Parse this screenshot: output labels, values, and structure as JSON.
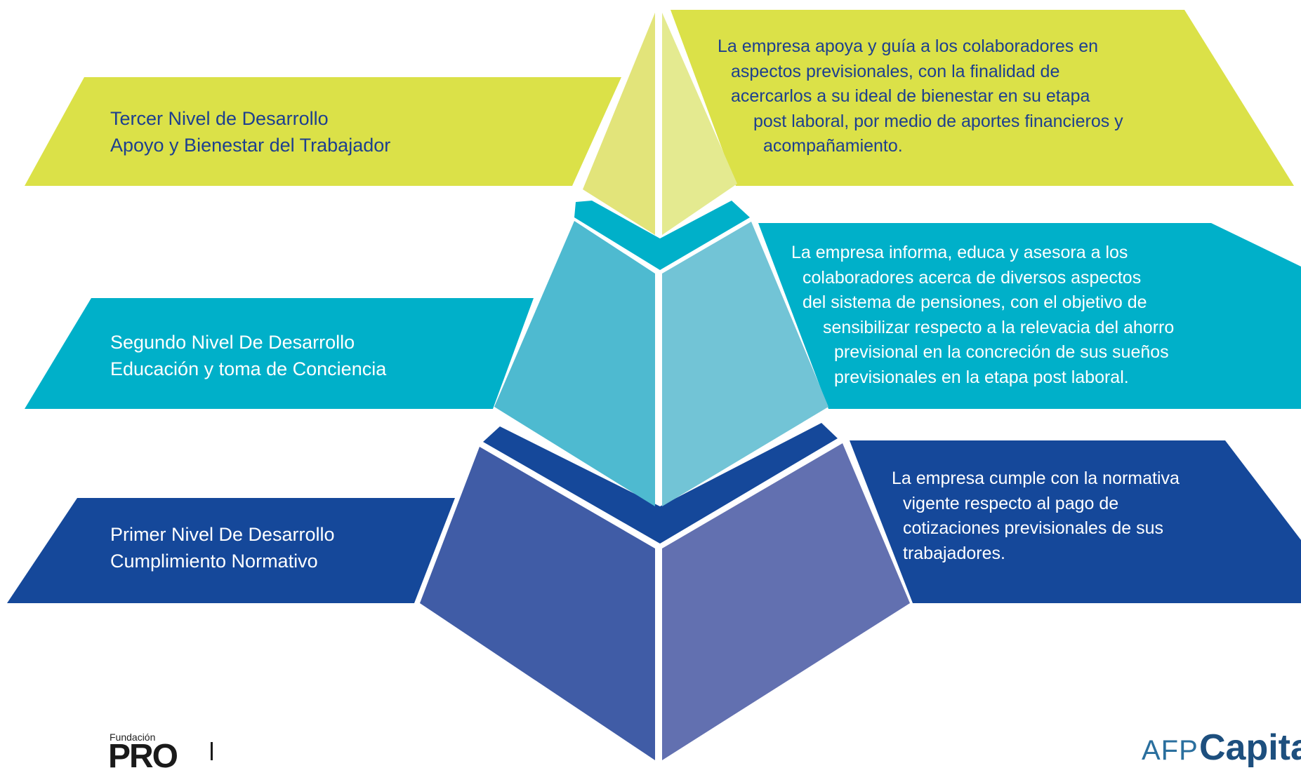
{
  "colors": {
    "level3": "#dbe148",
    "level3_face_left": "#e2e47a",
    "level3_face_right": "#e4ea90",
    "level2": "#00b0c9",
    "level2_face_left": "#4ebad0",
    "level2_face_right": "#72c4d6",
    "level1": "#15489a",
    "level1_face_left": "#405ca6",
    "level1_face_right": "#6270b0",
    "text_dark": "#1d3f8f",
    "text_light": "#ffffff"
  },
  "levels": {
    "tercer": {
      "title": "Tercer Nivel de Desarrollo",
      "subtitle": "Apoyo y Bienestar del Trabajador",
      "description_lines": [
        "La empresa apoya y guía a los colaboradores  en",
        "aspectos previsionales, con la finalidad de",
        "acercarlos a su ideal de bienestar en su    etapa",
        "post laboral, por medio de aportes financieros y",
        "acompañamiento."
      ]
    },
    "segundo": {
      "title": "Segundo Nivel De Desarrollo",
      "subtitle": "Educación y toma de Conciencia",
      "description_lines": [
        "La empresa informa, educa y asesora a los",
        "colaboradores acerca de diversos aspectos",
        "del sistema de pensiones, con el objetivo   de",
        "sensibilizar respecto a la relevacia del  ahorro",
        "previsional en la concreción de sus  sueños",
        "previsionales en la etapa post laboral."
      ]
    },
    "primer": {
      "title": "Primer Nivel De Desarrollo",
      "subtitle": "Cumplimiento Normativo",
      "description_lines": [
        "La empresa cumple  con la normativa",
        "vigente respecto al pago de",
        "cotizaciones previsionales  de sus",
        "trabajadores."
      ]
    }
  },
  "logos": {
    "left_small": "Fundación",
    "left_big": "PRO",
    "right_prefix": "AFP",
    "right_name": "Capital"
  }
}
